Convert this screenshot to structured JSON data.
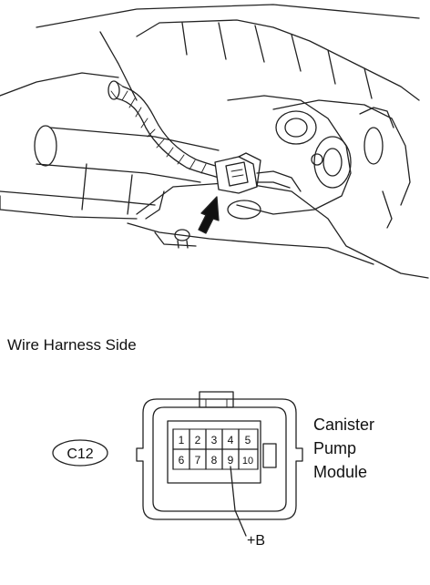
{
  "heading": "Wire Harness Side",
  "connector_code": "C12",
  "component_name": [
    "Canister",
    "Pump",
    "Module"
  ],
  "terminal_label": "+B",
  "terminals_top": [
    "1",
    "2",
    "3",
    "4",
    "5"
  ],
  "terminals_bottom": [
    "6",
    "7",
    "8",
    "9",
    "10"
  ]
}
